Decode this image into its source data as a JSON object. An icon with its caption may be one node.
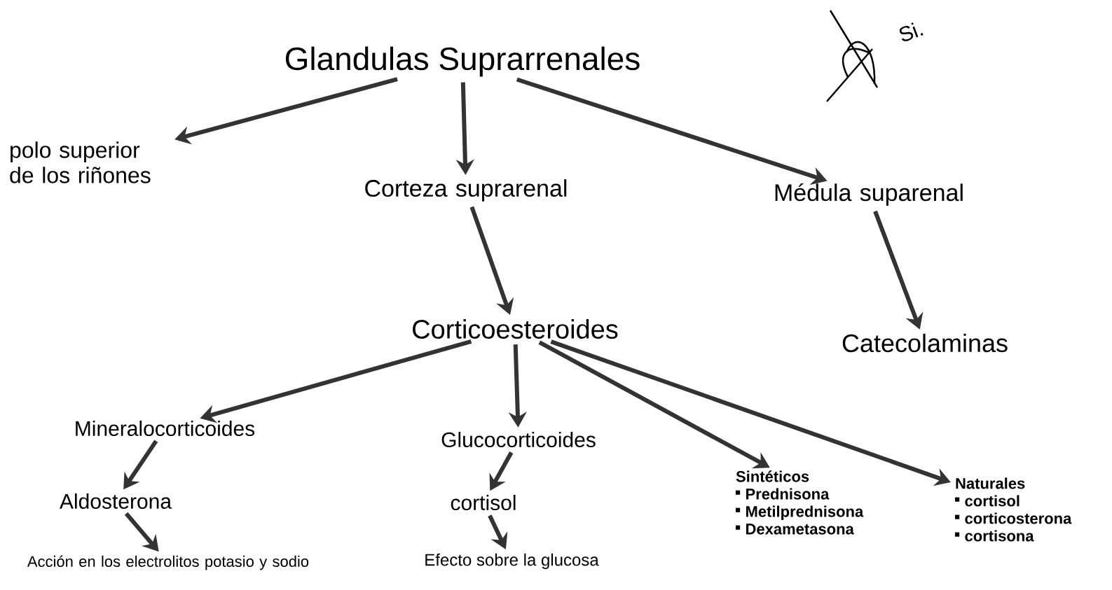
{
  "diagram": {
    "nodes": [
      {
        "text": [
          "Glandulas Suprarrenales"
        ]
      },
      {
        "text": [
          "polo superior de los riñones"
        ]
      },
      {
        "text": [
          "Corteza suprarenal"
        ]
      },
      {
        "text": [
          "Médula suparenal"
        ]
      },
      {
        "text": [
          "Corticoesteroides"
        ]
      },
      {
        "text": [
          "Catecolaminas"
        ]
      },
      {
        "text": [
          "Mineralocorticoides"
        ]
      },
      {
        "text": [
          "Aldosterona"
        ]
      },
      {
        "text": [
          "Acción en los electrolitos potasio y sodio"
        ]
      },
      {
        "text": [
          "Glucocorticoides"
        ]
      },
      {
        "text": [
          "cortisol"
        ]
      },
      {
        "text": [
          "Efecto sobre la glucosa"
        ]
      },
      {
        "text": [
          "Sintéticos",
          "Prednisona",
          "Metilprednisona",
          "Dexametasona"
        ]
      },
      {
        "text": [
          "Naturales",
          "cortisol",
          "corticosterona",
          "cortisona"
        ]
      }
    ],
    "edges": [
      {
        "from": 0,
        "to": 1,
        "arrow": "to"
      },
      {
        "from": 0,
        "to": 2,
        "arrow": "to"
      },
      {
        "from": 0,
        "to": 3,
        "arrow": "to"
      },
      {
        "from": 2,
        "to": 4,
        "arrow": "to"
      },
      {
        "from": 3,
        "to": 5,
        "arrow": "to"
      },
      {
        "from": 4,
        "to": 6,
        "arrow": "to"
      },
      {
        "from": 6,
        "to": 7,
        "arrow": "to"
      },
      {
        "from": 7,
        "to": 8,
        "arrow": "to"
      },
      {
        "from": 4,
        "to": 9,
        "arrow": "to"
      },
      {
        "from": 9,
        "to": 10,
        "arrow": "to"
      },
      {
        "from": 10,
        "to": 11,
        "arrow": "to"
      },
      {
        "from": 4,
        "to": 12,
        "arrow": "to"
      },
      {
        "from": 4,
        "to": 13,
        "arrow": "to"
      }
    ],
    "labels": [
      "Si."
    ]
  }
}
